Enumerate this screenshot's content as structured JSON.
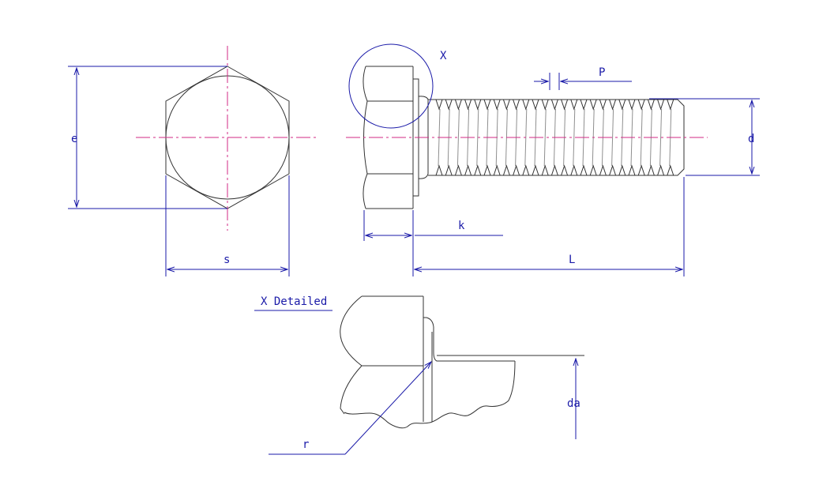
{
  "labels": {
    "e": "e",
    "s": "s",
    "x": "X",
    "p": "P",
    "d": "d",
    "k": "k",
    "l": "L",
    "x_detailed": "X Detailed",
    "da": "da",
    "r": "r"
  },
  "colors": {
    "object_line": "#333333",
    "dimension_line": "#1a1aa8",
    "center_line": "#d02a86",
    "background": "#ffffff"
  }
}
